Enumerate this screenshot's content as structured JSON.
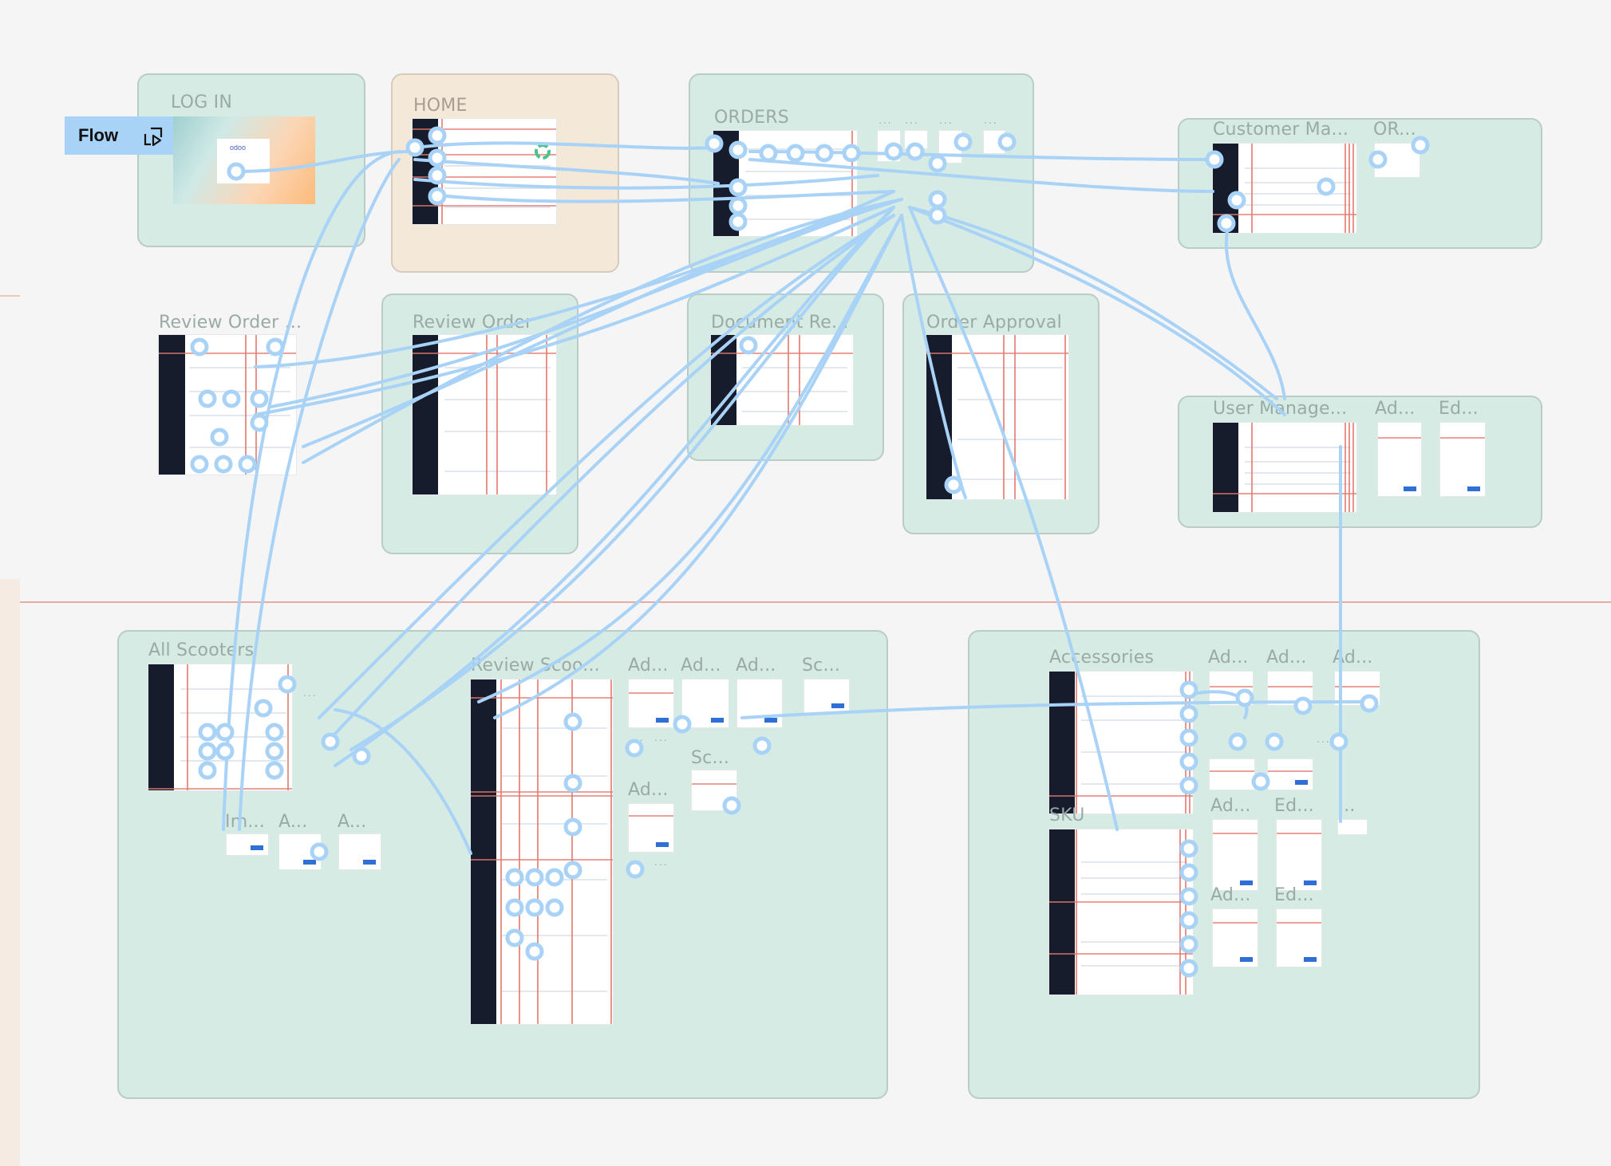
{
  "canvas": {
    "accent_wire": "#a9d2f7",
    "section_fill": "#d6ebe3",
    "home_fill": "#f4e9d9",
    "guide_color": "#e2796d"
  },
  "flow_button": {
    "label": "Flow",
    "icon": "play-frame-icon"
  },
  "sections": {
    "login": {
      "title": "LOG IN",
      "logo_text": "odoo"
    },
    "home": {
      "title": "HOME"
    },
    "orders": {
      "title": "ORDERS",
      "sub_labels": [
        "...",
        "...",
        "...",
        "..."
      ]
    },
    "customer": {
      "title": "Customer Ma...",
      "sub_labels": [
        "OR..."
      ]
    },
    "review_order_partial": {
      "title": "Review Order ..."
    },
    "review_order": {
      "title": "Review Order"
    },
    "document_review": {
      "title": "Document Re..."
    },
    "order_approval": {
      "title": "Order Approval"
    },
    "user_management": {
      "title": "User Manage...",
      "sub_labels": [
        "Ad...",
        "Ed..."
      ]
    },
    "all_scooters": {
      "title": "All Scooters",
      "sub_labels": [
        "...",
        "Im...",
        "A...",
        "A..."
      ]
    },
    "review_scooter": {
      "title": "Review Scoo...",
      "sub_labels": [
        "Ad...",
        "Ad...",
        "Ad...",
        "Sc...",
        "...",
        "...",
        "Sc...",
        "Ad...",
        "...",
        "..."
      ]
    },
    "accessories": {
      "title": "Accessories",
      "sub_labels": [
        "Ad...",
        "Ad...",
        "Ad...",
        "...",
        "Ad...",
        "Ed...",
        "..."
      ]
    },
    "sku": {
      "title": "SKU",
      "sub_labels": [
        "Ad...",
        "Ed..."
      ]
    }
  }
}
